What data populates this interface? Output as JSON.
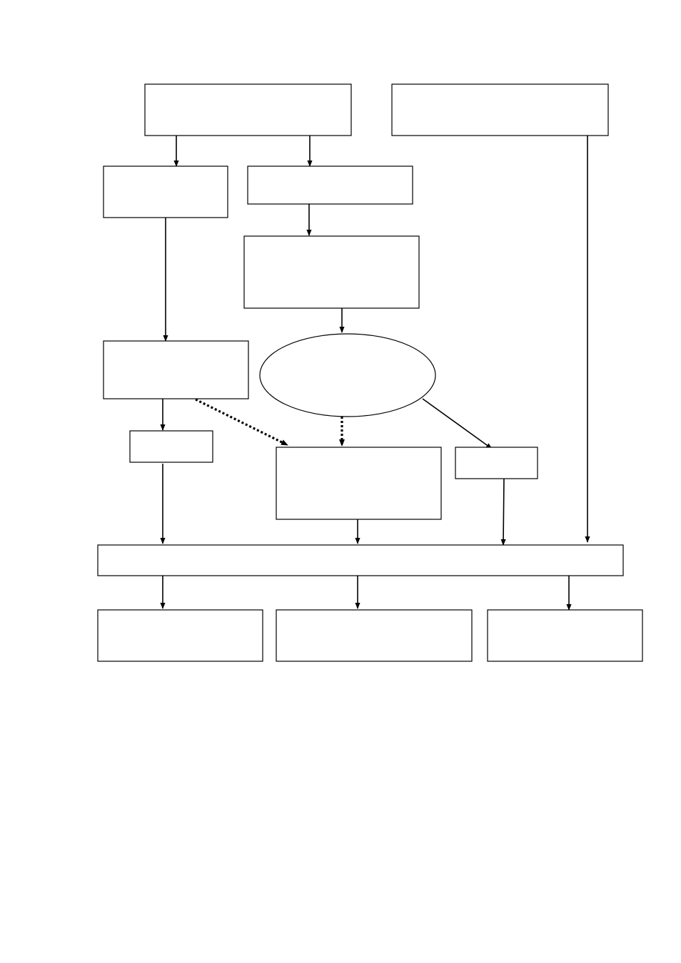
{
  "diagram": {
    "type": "flowchart",
    "colors": {
      "stroke": "#000000",
      "fill": "#ffffff",
      "background": "#ffffff"
    },
    "nodes": [
      {
        "id": "top-left",
        "shape": "rect",
        "label": ""
      },
      {
        "id": "top-right",
        "shape": "rect",
        "label": ""
      },
      {
        "id": "row2-left",
        "shape": "rect",
        "label": ""
      },
      {
        "id": "row2-center",
        "shape": "rect",
        "label": ""
      },
      {
        "id": "row3-center",
        "shape": "rect",
        "label": ""
      },
      {
        "id": "row4-left",
        "shape": "rect",
        "label": ""
      },
      {
        "id": "ellipse",
        "shape": "ellipse",
        "label": ""
      },
      {
        "id": "small-left",
        "shape": "rect",
        "label": ""
      },
      {
        "id": "center-mid",
        "shape": "rect",
        "label": ""
      },
      {
        "id": "small-right",
        "shape": "rect",
        "label": ""
      },
      {
        "id": "wide-bar",
        "shape": "rect",
        "label": ""
      },
      {
        "id": "bottom-left",
        "shape": "rect",
        "label": ""
      },
      {
        "id": "bottom-center",
        "shape": "rect",
        "label": ""
      },
      {
        "id": "bottom-right",
        "shape": "rect",
        "label": ""
      }
    ],
    "edges": [
      {
        "from": "top-left",
        "to": "row2-left",
        "style": "solid"
      },
      {
        "from": "top-left",
        "to": "row2-center",
        "style": "solid"
      },
      {
        "from": "row2-center",
        "to": "row3-center",
        "style": "solid"
      },
      {
        "from": "row3-center",
        "to": "ellipse",
        "style": "solid"
      },
      {
        "from": "row2-left",
        "to": "row4-left",
        "style": "solid"
      },
      {
        "from": "row4-left",
        "to": "small-left",
        "style": "solid"
      },
      {
        "from": "row4-left",
        "to": "center-mid",
        "style": "dotted"
      },
      {
        "from": "ellipse",
        "to": "center-mid",
        "style": "dotted"
      },
      {
        "from": "ellipse",
        "to": "small-right",
        "style": "solid"
      },
      {
        "from": "small-left",
        "to": "wide-bar",
        "style": "solid"
      },
      {
        "from": "center-mid",
        "to": "wide-bar",
        "style": "solid"
      },
      {
        "from": "small-right",
        "to": "wide-bar",
        "style": "solid"
      },
      {
        "from": "top-right",
        "to": "wide-bar",
        "style": "solid"
      },
      {
        "from": "wide-bar",
        "to": "bottom-left",
        "style": "solid"
      },
      {
        "from": "wide-bar",
        "to": "bottom-center",
        "style": "solid"
      },
      {
        "from": "wide-bar",
        "to": "bottom-right",
        "style": "solid"
      }
    ]
  }
}
